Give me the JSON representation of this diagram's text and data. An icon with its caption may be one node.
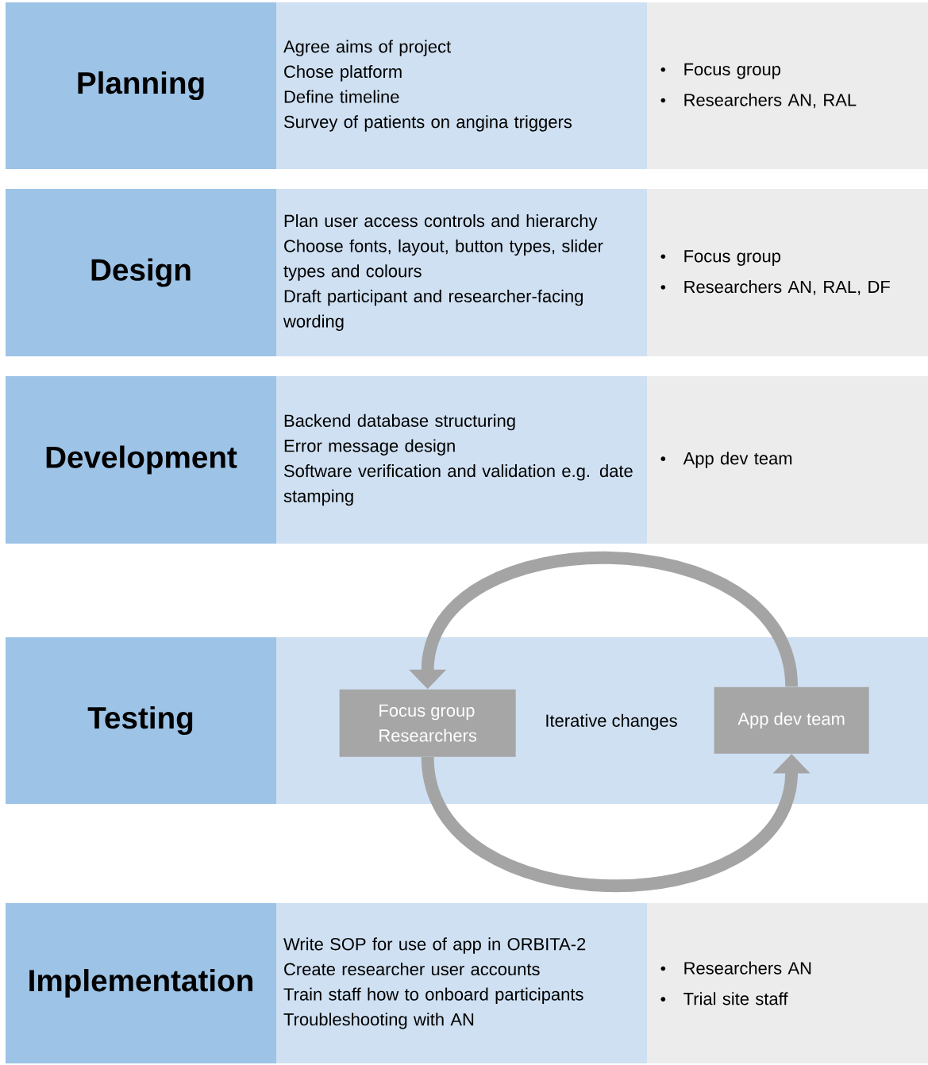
{
  "diagram": {
    "nodes": [
      {
        "text": [
          "Planning"
        ]
      },
      {
        "text": [
          "Agree aims of project",
          "Chose platform",
          "Define timeline",
          "Survey of patients on angina triggers"
        ]
      },
      {
        "text": [
          "Focus group",
          "Researchers AN, RAL"
        ]
      },
      {
        "text": [
          "Design"
        ]
      },
      {
        "text": [
          "Plan user access controls and hierarchy",
          "Choose fonts, layout, button types, slider types and colours",
          "Draft participant and researcher-facing wording"
        ]
      },
      {
        "text": [
          "Focus group",
          "Researchers AN, RAL, DF"
        ]
      },
      {
        "text": [
          "Development"
        ]
      },
      {
        "text": [
          "Backend database structuring",
          "Error message design",
          "Software verification and validation e.g. date stamping"
        ]
      },
      {
        "text": [
          "App dev team"
        ]
      },
      {
        "text": [
          "Testing"
        ]
      },
      {
        "text": [],
        "shape": "box"
      },
      {
        "text": [
          "Focus group",
          "Researchers"
        ],
        "in": 10
      },
      {
        "text": [
          "App dev team"
        ],
        "in": 10
      },
      {
        "text": [
          "Implementation"
        ]
      },
      {
        "text": [
          "Write SOP for use of app in ORBITA-2",
          "Create researcher user accounts",
          "Train staff how to onboard participants",
          "Troubleshooting with AN"
        ]
      },
      {
        "text": [
          "Researchers AN",
          "Trial site staff"
        ]
      }
    ],
    "edges": [
      {
        "from": 12,
        "to": 11,
        "arrow": "to"
      },
      {
        "from": 11,
        "to": 12,
        "arrow": "to"
      }
    ],
    "labels": [
      "Iterative changes"
    ]
  }
}
